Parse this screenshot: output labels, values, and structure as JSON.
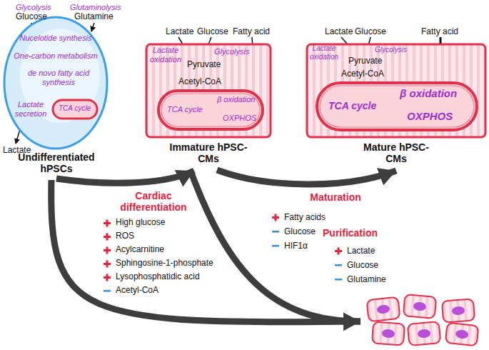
{
  "diagram": {
    "nodes": [
      {
        "text": [
          "Undifferentiated hPSCs"
        ]
      },
      {
        "text": [
          "TCA cycle"
        ],
        "in": 0
      },
      {
        "text": [
          "Immature hPSC-CMs"
        ]
      },
      {
        "text": [
          "TCA cycle",
          "β oxidation",
          "OXPHOS"
        ],
        "in": 2
      },
      {
        "text": [
          "Mature hPSC-CMs"
        ]
      },
      {
        "text": [
          "TCA cycle",
          "β oxidation",
          "OXPHOS"
        ],
        "in": 4
      }
    ],
    "edges": [
      {
        "from": 0,
        "to": 2,
        "label": "Cardiac differentiation",
        "arrow": "to"
      },
      {
        "from": 2,
        "to": 4,
        "label": "Maturation",
        "arrow": "to"
      }
    ],
    "labels": [
      "Glycolysis",
      "Glucose",
      "Glutaminolysis",
      "Glutamine",
      "Nucelotide synthesis",
      "One-carbon metabolism",
      "de novo fatty acid synthesis",
      "Lactate secretion",
      "Lactate",
      "Lactate",
      "Glucose",
      "Fatty acid",
      "Lactate oxidation",
      "Glycolysis",
      "Pyruvate",
      "Acetyl-CoA",
      "Lactate",
      "Glucose",
      "Fatty acid",
      "Lactate oxidation",
      "Glycolysis",
      "Pyruvate",
      "Acetyl-CoA",
      "High glucose",
      "ROS",
      "Acylcarnitine",
      "Sphingosine-1-phosphate",
      "Lysophosphatidic acid",
      "Acetyl-CoA",
      "Fatty acids",
      "Glucose",
      "HIF1α",
      "Purification",
      "Lactate",
      "Glucose",
      "Glutamine"
    ]
  }
}
